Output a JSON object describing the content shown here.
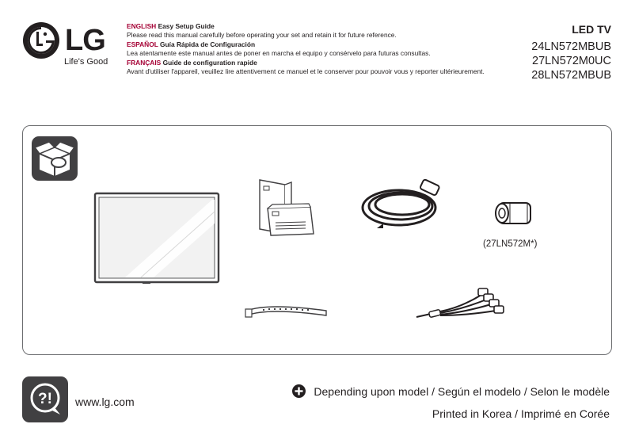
{
  "brand": {
    "name": "LG",
    "slogan": "Life's Good"
  },
  "guides": [
    {
      "language": "ENGLISH",
      "title": "Easy Setup Guide",
      "text": "Please read this manual carefully before operating your set and retain it for future reference."
    },
    {
      "language": "ESPAÑOL",
      "title": "Guía Rápida de Configuración",
      "text": "Lea atentamente este manual antes de poner en marcha el equipo y consérvelo para futuras consultas."
    },
    {
      "language": "FRANÇAIS",
      "title": "Guide de configuration rapide",
      "text": "Avant d'utiliser l'appareil, veuillez lire attentivement ce manuel et le conserver pour pouvoir vous y reporter ultérieurement."
    }
  ],
  "product": {
    "type": "LED TV",
    "models": [
      "24LN572MBUB",
      "27LN572M0UC",
      "28LN572MBUB"
    ]
  },
  "components": {
    "core_note": "(27LN572M*)"
  },
  "footer": {
    "url": "www.lg.com",
    "note": "Depending upon model / Según el modelo / Selon le modèle",
    "printed": "Printed in Korea / Imprimé en Corée"
  },
  "colors": {
    "accent": "#a50034",
    "text": "#231f20",
    "icon_bg": "#414042"
  }
}
